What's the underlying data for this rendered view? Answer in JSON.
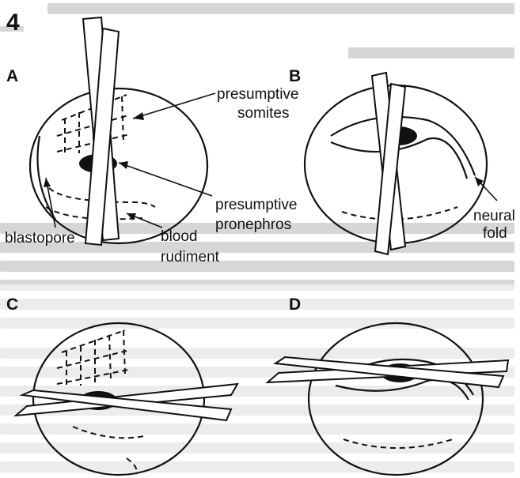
{
  "figure": {
    "number": "4",
    "panels": [
      {
        "id": "A",
        "label": "A"
      },
      {
        "id": "B",
        "label": "B"
      },
      {
        "id": "C",
        "label": "C"
      },
      {
        "id": "D",
        "label": "D"
      }
    ],
    "annotations": {
      "somites_line1": "presumptive",
      "somites_line2": "somites",
      "pronephros_line1": "presumptive",
      "pronephros_line2": "pronephros",
      "blastopore": "blastopore",
      "blood_line1": "blood",
      "blood_line2": "rudiment",
      "neural_line1": "neural",
      "neural_line2": "fold"
    }
  }
}
